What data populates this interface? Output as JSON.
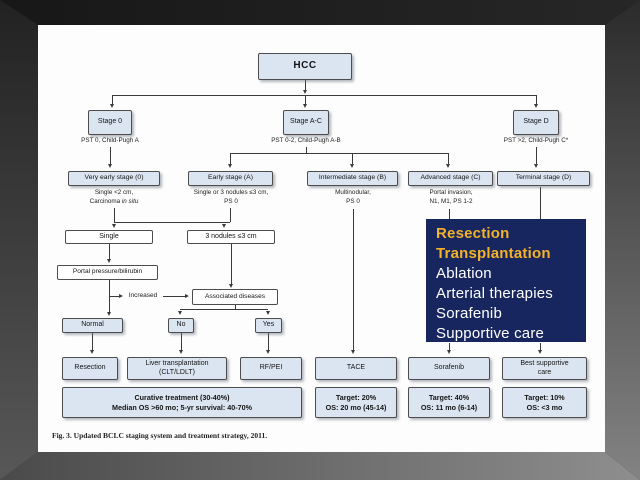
{
  "slide": {
    "flowchart": {
      "root": "HCC",
      "stage0": "Stage 0",
      "stage0_sub": "PST 0, Child-Pugh A",
      "stageac": "Stage A-C",
      "stageac_sub": "PST 0-2, Child-Pugh A-B",
      "staged": "Stage D",
      "staged_sub": "PST >2, Child-Pugh C*",
      "very_early": "Very early stage (0)",
      "very_early_sub1": "Single <2 cm,",
      "very_early_sub2_prefix": "Carcinoma ",
      "very_early_sub2_italic": "in situ",
      "early": "Early stage (A)",
      "early_sub1": "Single or 3 nodules ≤3 cm,",
      "early_sub2": "PS 0",
      "intermediate": "Intermediate stage (B)",
      "intermediate_sub1": "Multinodular,",
      "intermediate_sub2": "PS 0",
      "advanced": "Advanced stage (C)",
      "advanced_sub1": "Portal invasion,",
      "advanced_sub2": "N1, M1, PS 1-2",
      "terminal": "Terminal stage (D)",
      "single": "Single",
      "nodules": "3 nodules ≤3 cm",
      "portal": "Portal pressure/bilirubin",
      "increased": "Increased",
      "associated": "Associated diseases",
      "normal": "Normal",
      "no": "No",
      "yes": "Yes",
      "resection": "Resection",
      "liver_tx1": "Liver transplantation",
      "liver_tx2": "(CLT/LDLT)",
      "rfpei": "RF/PEI",
      "tace": "TACE",
      "sorafenib": "Sorafenib",
      "best_supportive1": "Best supportive",
      "best_supportive2": "care",
      "curative1": "Curative treatment (30-40%)",
      "curative2": "Median OS >60 mo; 5-yr survival: 40-70%",
      "target20_1": "Target: 20%",
      "target20_2": "OS: 20 mo (45-14)",
      "target40_1": "Target: 40%",
      "target40_2": "OS: 11 mo (6-14)",
      "target10_1": "Target: 10%",
      "target10_2": "OS: <3 mo"
    },
    "overlay": {
      "highlighted": [
        "Resection",
        "Transplantation"
      ],
      "items": [
        "Ablation",
        "Arterial therapies",
        "Sorafenib",
        "Supportive care"
      ],
      "bg_color": "#17265e",
      "highlight_color": "#f3b229",
      "text_color": "#ffffff"
    },
    "caption": "Fig. 3. Updated BCLC staging system and treatment strategy, 2011.",
    "colors": {
      "box_fill": "#dbe5f1",
      "box_border": "#4d4d4d"
    }
  }
}
